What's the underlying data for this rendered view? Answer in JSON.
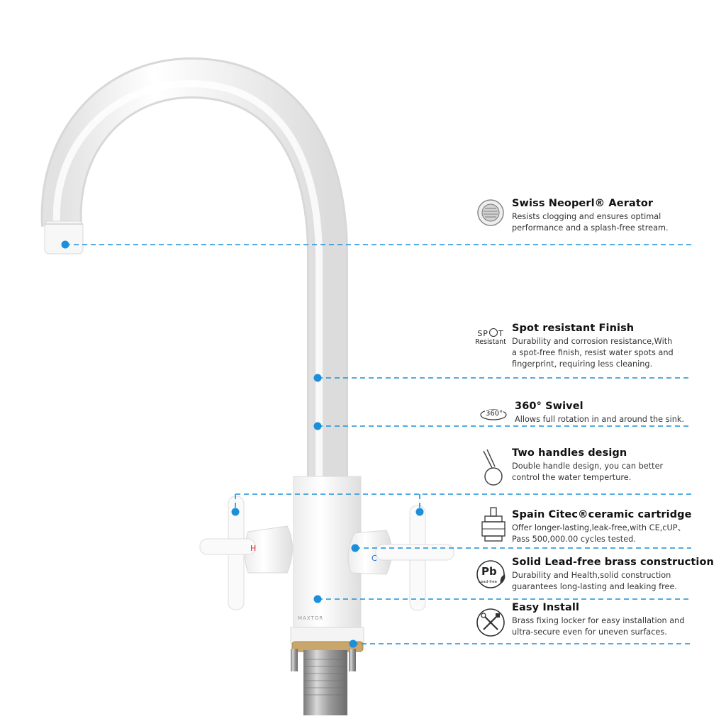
{
  "brand": "MAXTOR",
  "handle_labels": {
    "hot": "H",
    "cold": "C"
  },
  "colors": {
    "leader_line": "#1f8fd6",
    "dot": "#1b8fdc",
    "hot": "#d9272e",
    "cold": "#1b6fd0",
    "faucet_body": "#fbfbfb"
  },
  "features": [
    {
      "title": "Swiss Neoperl® Aerator",
      "desc": [
        "Resists clogging and ensures optimal",
        "performance and a splash-free stream."
      ],
      "icon": "aerator-icon"
    },
    {
      "title": "Spot resistant Finish",
      "desc": [
        "Durability and corrosion resistance,With",
        "a spot-free finish, resist water spots and",
        "fingerprint, requiring less cleaning."
      ],
      "icon": "spot-resistant-icon",
      "icon_text": [
        "SP",
        "T",
        "Resistant"
      ]
    },
    {
      "title": "360° Swivel",
      "desc": [
        "Allows full rotation in and around the sink."
      ],
      "icon": "swivel-360-icon",
      "icon_text": [
        "360°"
      ]
    },
    {
      "title": "Two handles design",
      "desc": [
        "Double handle design, you can better",
        "control the water temperture."
      ],
      "icon": "handle-icon"
    },
    {
      "title": "Spain Citec®ceramic cartridge",
      "desc": [
        "Offer longer-lasting,leak-free,with CE,cUP、",
        "Pass 500,000.00 cycles tested."
      ],
      "icon": "cartridge-icon"
    },
    {
      "title": "Solid Lead-free brass construction",
      "desc": [
        "Durability and Health,solid construction",
        "guarantees long-lasting and leaking free."
      ],
      "icon": "lead-free-icon",
      "icon_text": [
        "Pb",
        "Lead-free"
      ]
    },
    {
      "title": "Easy Install",
      "desc": [
        "Brass fixing locker for easy installation and",
        "ultra-secure even for uneven surfaces."
      ],
      "icon": "tools-icon"
    }
  ]
}
